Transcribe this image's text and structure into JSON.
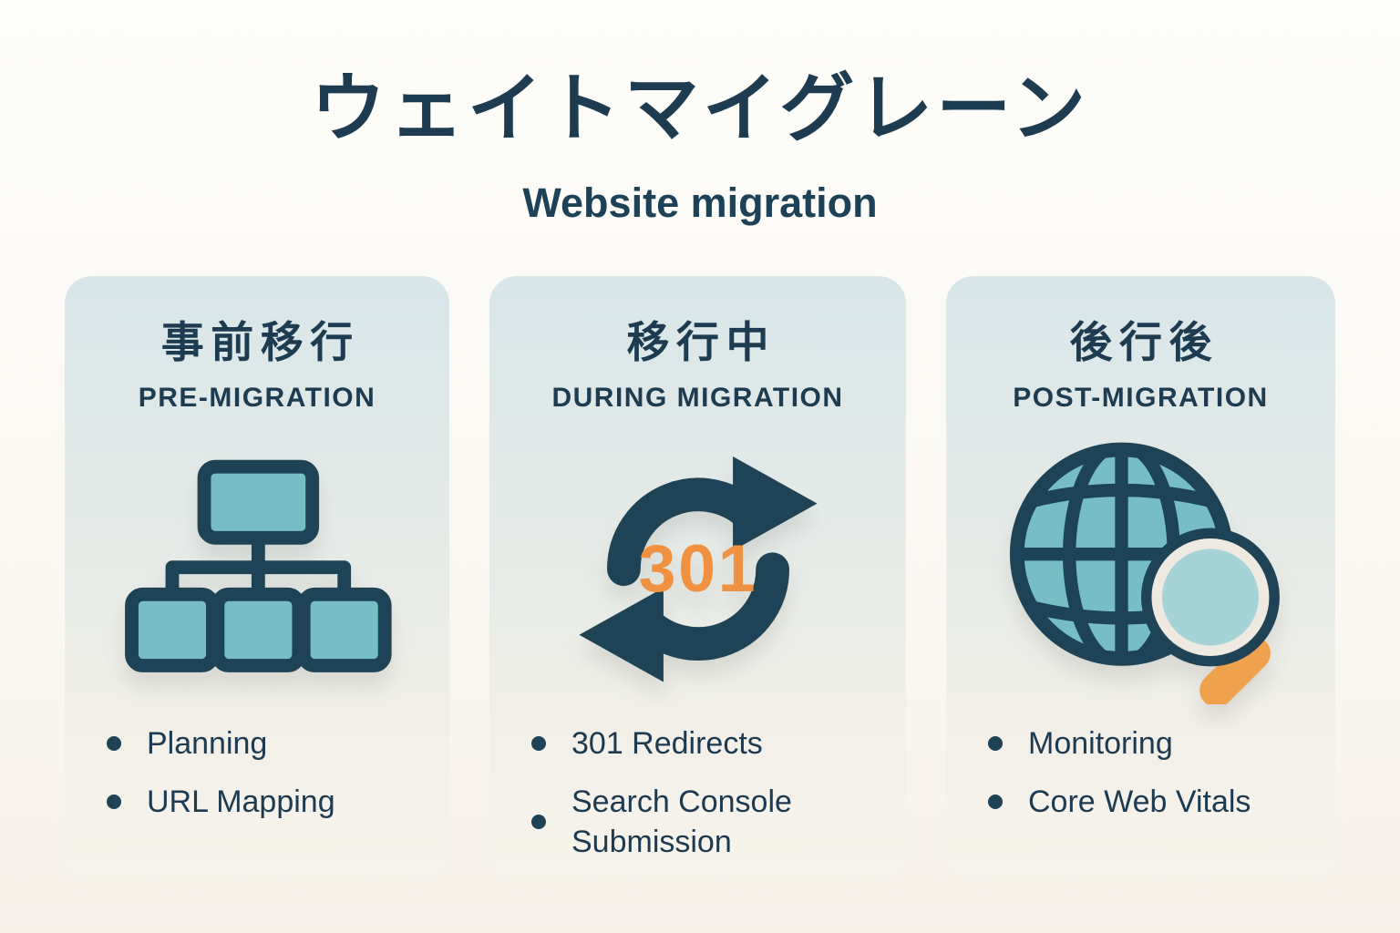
{
  "header": {
    "title_ja": "ウェイトマイグレーン",
    "subtitle": "Website migration"
  },
  "colors": {
    "navy": "#1e4356",
    "text_navy": "#1d3a50",
    "teal_fill": "#76bec3",
    "lens_teal": "#a5d3d7",
    "rim_cream": "#eeeae1",
    "orange": "#ef9140",
    "handle_orange": "#f0a14d",
    "card_top": "#d8e6e9",
    "card_bottom": "#f7f4ec"
  },
  "cards": [
    {
      "kanji": "事前移行",
      "label": "PRE-MIGRATION",
      "icon": "sitemap-icon",
      "bullets": [
        "Planning",
        "URL Mapping"
      ]
    },
    {
      "kanji": "移行中",
      "label": "DURING MIGRATION",
      "icon": "redirect-cycle-icon",
      "icon_text": "301",
      "bullets": [
        "301 Redirects",
        "Search Console Submission"
      ]
    },
    {
      "kanji": "後行後",
      "label": "POST-MIGRATION",
      "icon": "globe-search-icon",
      "bullets": [
        "Monitoring",
        "Core Web Vitals"
      ]
    }
  ]
}
